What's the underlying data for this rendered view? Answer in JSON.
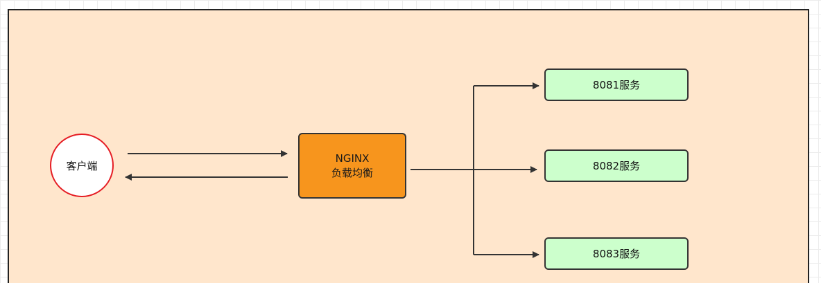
{
  "diagram": {
    "client": {
      "label": "客户端"
    },
    "load_balancer": {
      "line1": "NGINX",
      "line2": "负载均衡"
    },
    "services": [
      {
        "label": "8081服务"
      },
      {
        "label": "8082服务"
      },
      {
        "label": "8083服务"
      }
    ],
    "colors": {
      "frame_fill": "#ffe6cc",
      "client_border": "#e51c23",
      "load_balancer_fill": "#f7951d",
      "service_fill": "#ccffcc",
      "arrow": "#333333"
    }
  }
}
